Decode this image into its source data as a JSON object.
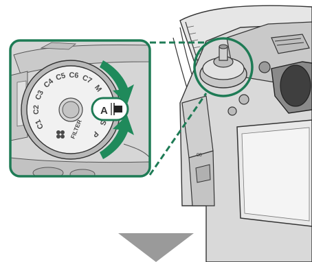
{
  "dial": {
    "positions": [
      "C1",
      "C2",
      "C3",
      "C4",
      "C5",
      "C6",
      "C7",
      "M",
      "S",
      "P",
      "FILTER"
    ],
    "selected": "A",
    "filter_label": "FILTER"
  },
  "colors": {
    "accent_green": "#1f8a5b",
    "callout_border": "#1e7b55",
    "arrow_gray": "#9a9a9a"
  },
  "icons": {
    "rotate_arrows": "curved-arrow-icon",
    "next_step": "down-arrow-icon",
    "pointer": "indicator-icon",
    "filter_symbol": "clover-icon"
  }
}
